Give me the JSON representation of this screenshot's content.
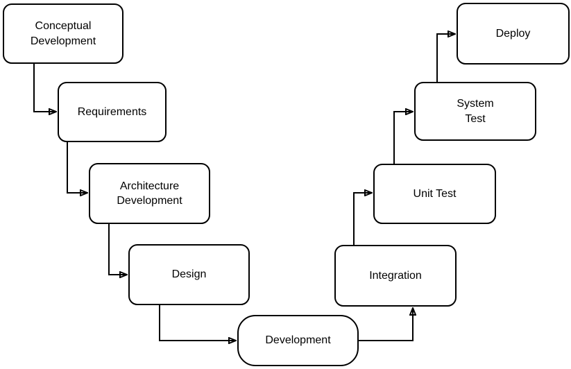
{
  "diagram": {
    "title": "V-model software development lifecycle flowchart",
    "colors": {
      "background": "#ffffff",
      "node_fill": "#ffffff",
      "node_stroke": "#000000",
      "text": "#000000",
      "arrow": "#000000"
    },
    "nodes": [
      {
        "id": "conceptual-development",
        "label": "Conceptual\nDevelopment"
      },
      {
        "id": "requirements",
        "label": "Requirements"
      },
      {
        "id": "architecture-development",
        "label": "Architecture\nDevelopment"
      },
      {
        "id": "design",
        "label": "Design"
      },
      {
        "id": "development",
        "label": "Development"
      },
      {
        "id": "integration",
        "label": "Integration"
      },
      {
        "id": "unit-test",
        "label": "Unit Test"
      },
      {
        "id": "system-test",
        "label": "System\nTest"
      },
      {
        "id": "deploy",
        "label": "Deploy"
      }
    ],
    "edges": [
      {
        "from": "conceptual-development",
        "to": "requirements"
      },
      {
        "from": "requirements",
        "to": "architecture-development"
      },
      {
        "from": "architecture-development",
        "to": "design"
      },
      {
        "from": "design",
        "to": "development"
      },
      {
        "from": "development",
        "to": "integration"
      },
      {
        "from": "integration",
        "to": "unit-test"
      },
      {
        "from": "unit-test",
        "to": "system-test"
      },
      {
        "from": "system-test",
        "to": "deploy"
      }
    ]
  }
}
